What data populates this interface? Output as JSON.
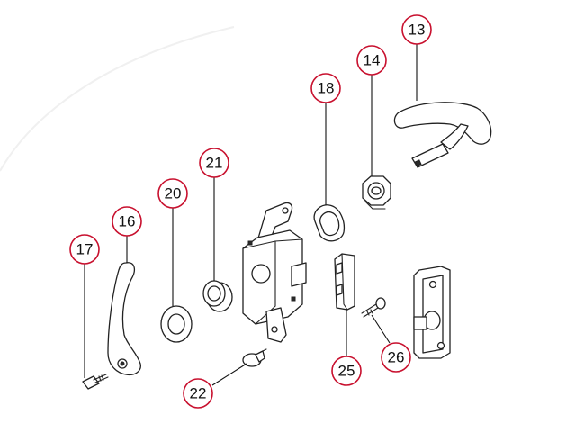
{
  "callouts": [
    {
      "id": "13",
      "label": "13"
    },
    {
      "id": "14",
      "label": "14"
    },
    {
      "id": "16",
      "label": "16"
    },
    {
      "id": "17",
      "label": "17"
    },
    {
      "id": "18",
      "label": "18"
    },
    {
      "id": "20",
      "label": "20"
    },
    {
      "id": "21",
      "label": "21"
    },
    {
      "id": "22",
      "label": "22"
    },
    {
      "id": "25",
      "label": "25"
    },
    {
      "id": "26",
      "label": "26"
    }
  ],
  "colors": {
    "callout_border": "#c8102e",
    "line": "#222222",
    "background": "#ffffff"
  }
}
